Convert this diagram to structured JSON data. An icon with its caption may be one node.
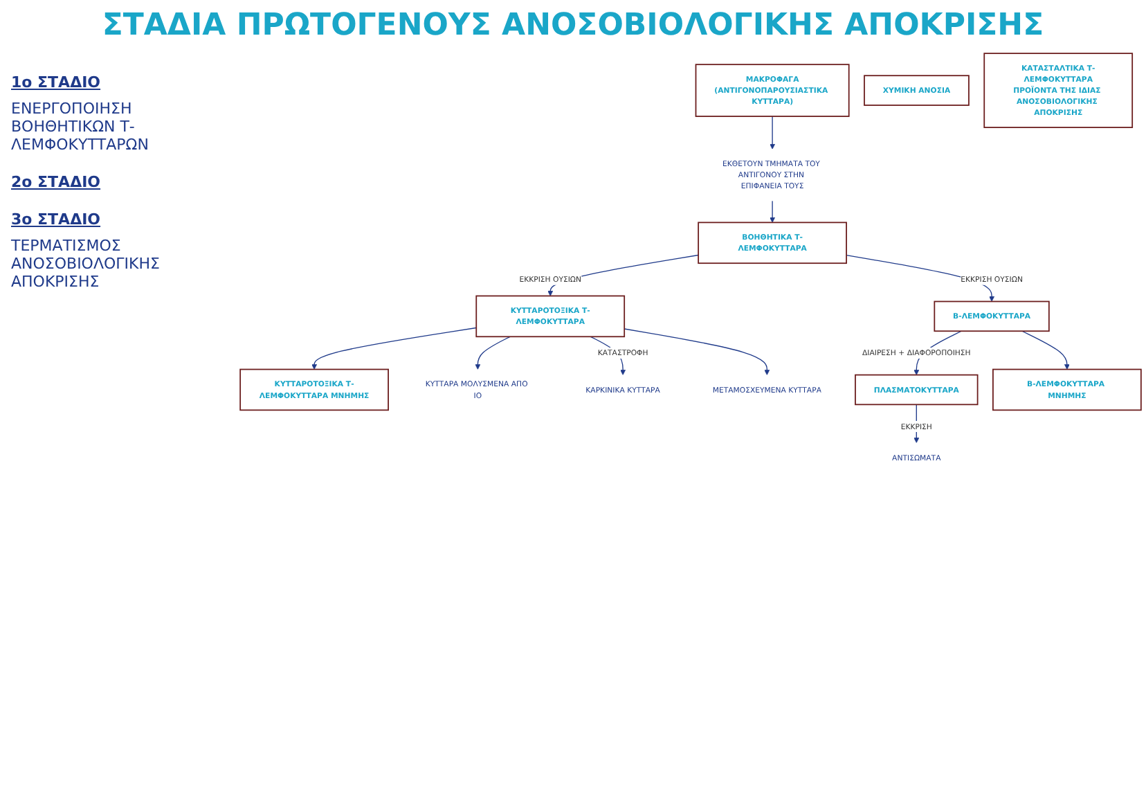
{
  "diagram": {
    "title": "ΣΤΑΔΙΑ ΠΡΩΤΟΓΕΝΟΥΣ ΑΝΟΣΟΒΙΟΛΟΓΙΚΗΣ ΑΠΟΚΡΙΣΗΣ",
    "nodes": [
      {
        "text": [
          "ΜΑΚΡΟΦΑΓΑ",
          "(ΑΝΤΙΓΟΝΟΠΑΡΟΥΣΙΑΣΤΙΚΑ ΚΥΤΤΑΡΑ)"
        ]
      },
      {
        "text": [
          "ΕΚΘΕΤΟΥΝ ΤΜΗΜΑΤΑ ΤΟΥ ΑΝΤΙΓΟΝΟΥ ΣΤΗΝ ΕΠΙΦΑΝΕΙΑ ΤΟΥΣ"
        ]
      },
      {
        "text": [
          "ΒΟΗΘΗΤΙΚΑ Τ-ΛΕΜΦΟΚΥΤΤΑΡΑ"
        ]
      },
      {
        "text": [
          "ΚΥΤΤΑΡΟΤΟΞΙΚΑ Τ-ΛΕΜΦΟΚΥΤΤΑΡΑ ΜΝΗΜΗΣ"
        ]
      },
      {
        "text": [
          "ΧΥΜΙΚΗ ΑΝΟΣΙΑ"
        ]
      },
      {
        "text": [
          "Β-ΛΕΜΦΟΚΥΤΤΑΡΑ"
        ]
      },
      {
        "text": [
          "ΚΥΤΤΑΡΟΤΟΞΙΚΑ Τ-ΛΕΜΦΟΚΥΤΤΑΡΑ"
        ]
      },
      {
        "text": [
          "ΚΥΤΤΑΡΑ ΜΟΛΥΣΜΕΝΑ ΑΠΟ ΙΟ"
        ]
      },
      {
        "text": [
          "ΚΑΡΚΙΝΙΚΑ ΚΥΤΤΑΡΑ"
        ]
      },
      {
        "text": [
          "ΜΕΤΑΜΟΣΧΕΥΜΕΝΑ ΚΥΤΤΑΡΑ"
        ]
      },
      {
        "text": [
          "ΠΛΑΣΜΑΤΟΚΥΤΤΑΡΑ"
        ]
      },
      {
        "text": [
          "Β-ΛΕΜΦΟΚΥΤΤΑΡΑ ΜΝΗΜΗΣ"
        ]
      },
      {
        "text": [
          "ΑΝΤΙΣΩΜΑΤΑ"
        ]
      },
      {
        "text": [
          "ΚΑΤΑΣΤΑΛΤΙΚΑ Τ-ΛΕΜΦΟΚΥΤΤΑΡΑ",
          "ΠΡΟΪΟΝΤΑ ΤΗΣ ΙΔΙΑΣ ΑΝΟΣΟΒΙΟΛΟΓΙΚΗΣ ΑΠΟΚΡΙΣΗΣ"
        ]
      }
    ],
    "edges": [
      {
        "from": 0,
        "to": 1,
        "arrow": "to"
      },
      {
        "from": 1,
        "to": 2,
        "arrow": "to"
      },
      {
        "from": 2,
        "to": 5,
        "arrow": "to",
        "label": "ΕΚΚΡΙΣΗ ΟΥΣΙΩΝ"
      },
      {
        "from": 2,
        "to": 6,
        "arrow": "to",
        "label": "ΕΚΚΡΙΣΗ ΟΥΣΙΩΝ"
      },
      {
        "from": 6,
        "to": 3,
        "arrow": "to"
      },
      {
        "from": 5,
        "to": 10,
        "arrow": "to",
        "label": "ΔΙΑΙΡΕΣΗ + ΔΙΑΦΟΡΟΠΟΙΗΣΗ"
      },
      {
        "from": 5,
        "to": 11,
        "arrow": "to"
      },
      {
        "from": 6,
        "to": 7,
        "arrow": "to"
      },
      {
        "from": 6,
        "to": 8,
        "arrow": "to",
        "label": "ΚΑΤΑΣΤΡΟΦΗ"
      },
      {
        "from": 6,
        "to": 9,
        "arrow": "to"
      },
      {
        "from": 10,
        "to": 12,
        "arrow": "to",
        "label": "ΕΚΚΡΙΣΗ"
      }
    ],
    "labels": [
      "1ο ΣΤΑΔΙΟ",
      "ΕΝΕΡΓΟΠΟΙΗΣΗ ΒΟΗΘΗΤΙΚΩΝ Τ-ΛΕΜΦΟΚΥΤΤΑΡΩΝ",
      "2ο ΣΤΑΔΙΟ",
      "3ο ΣΤΑΔΙΟ",
      "ΤΕΡΜΑΤΙΣΜΟΣ ΑΝΟΣΟΒΙΟΛΟΓΙΚΗΣ ΑΠΟΚΡΙΣΗΣ"
    ]
  }
}
